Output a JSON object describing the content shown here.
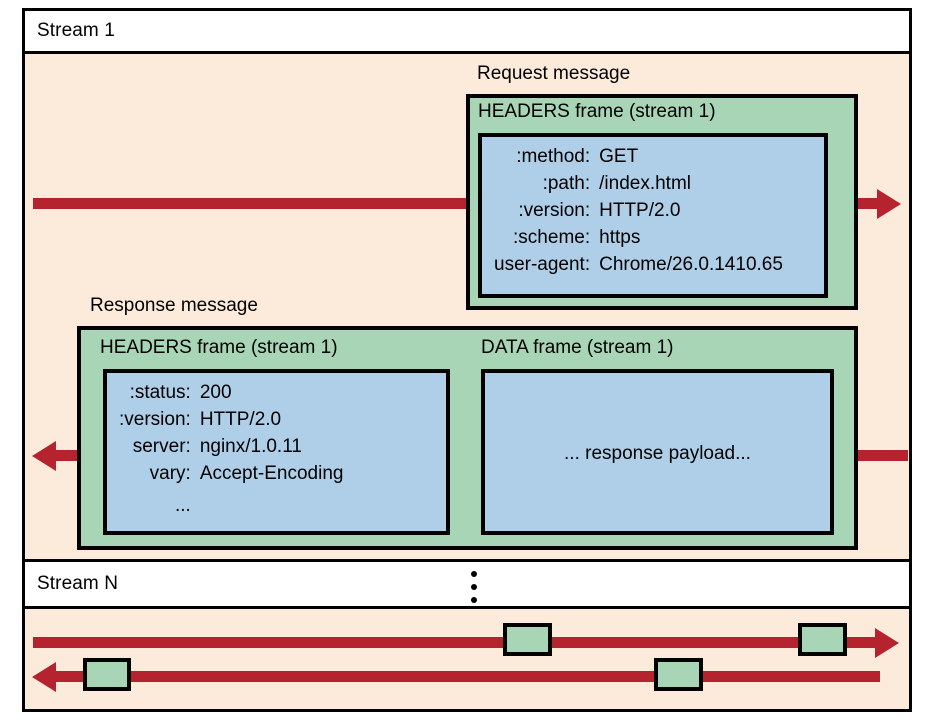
{
  "colors": {
    "frame_green": "#a8d5b5",
    "payload_blue": "#afcfe8",
    "panel_peach": "#fcebda",
    "arrow_red": "#b5232e",
    "stroke_black": "#000000",
    "band_white": "#ffffff"
  },
  "streams": {
    "first": {
      "label": "Stream 1"
    },
    "last": {
      "label": "Stream N"
    }
  },
  "request_message": {
    "label": "Request message",
    "frame": {
      "title": "HEADERS frame (stream 1)",
      "headers": [
        {
          "key": ":method:",
          "value": "GET"
        },
        {
          "key": ":path:",
          "value": "/index.html"
        },
        {
          "key": ":version:",
          "value": "HTTP/2.0"
        },
        {
          "key": ":scheme:",
          "value": "https"
        },
        {
          "key": "user-agent:",
          "value": "Chrome/26.0.1410.65"
        }
      ]
    }
  },
  "response_message": {
    "label": "Response message",
    "headers_frame": {
      "title": "HEADERS frame (stream 1)",
      "headers": [
        {
          "key": ":status:",
          "value": "200"
        },
        {
          "key": ":version:",
          "value": "HTTP/2.0"
        },
        {
          "key": "server:",
          "value": "nginx/1.0.11"
        },
        {
          "key": "vary:",
          "value": "Accept-Encoding"
        }
      ],
      "continuation": "..."
    },
    "data_frame": {
      "title": "DATA frame (stream 1)",
      "payload": "... response payload..."
    }
  },
  "stream_n": {
    "ellipsis_dots": "⋮",
    "outbound_blocks": 2,
    "inbound_blocks": 2
  }
}
